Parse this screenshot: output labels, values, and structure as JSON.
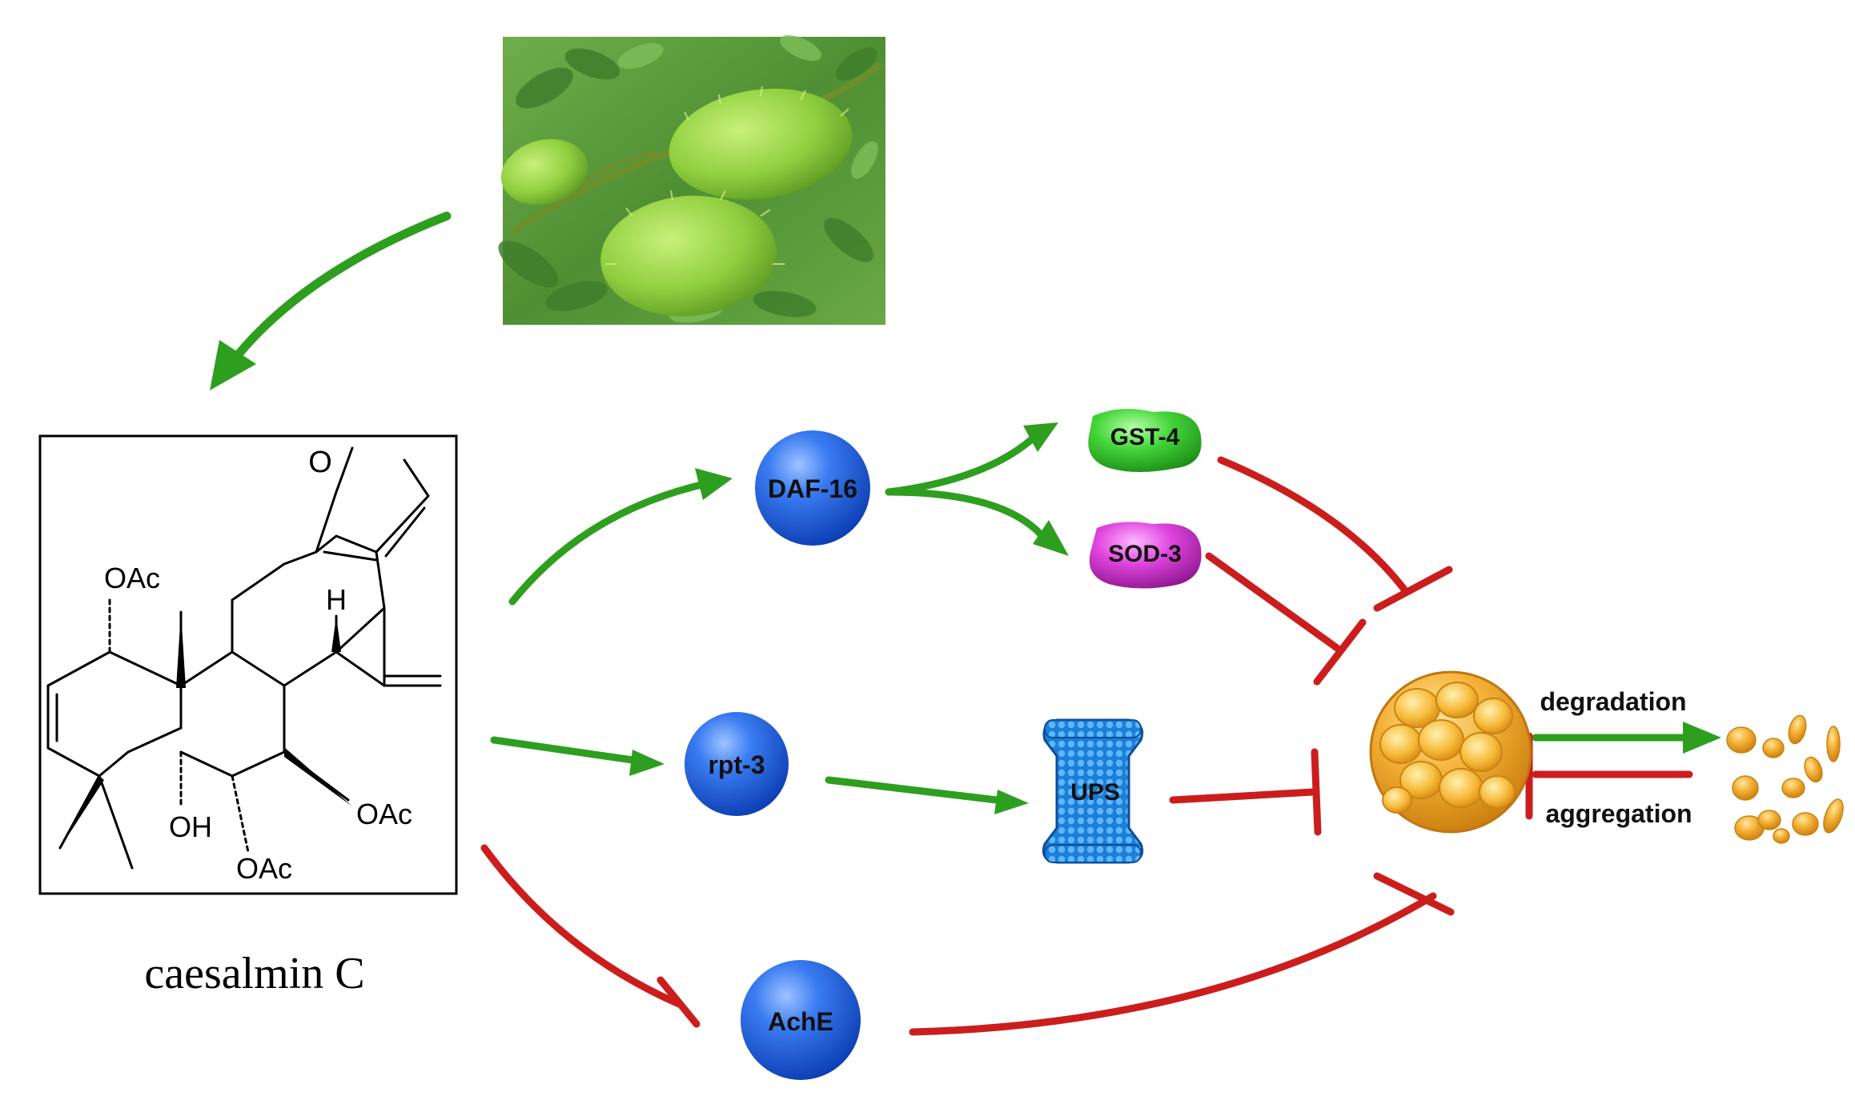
{
  "compound": {
    "name": "caesalmin C",
    "atom_labels": {
      "oxygen": "O",
      "hydrogen": "H",
      "oac_top": "OAc",
      "oh": "OH",
      "oac_bottom": "OAc",
      "oac_right": "OAc"
    }
  },
  "nodes": {
    "daf16": "DAF-16",
    "gst4": "GST-4",
    "sod3": "SOD-3",
    "rpt3": "rpt-3",
    "ups": "UPS",
    "ache": "AchE"
  },
  "process_labels": {
    "degradation": "degradation",
    "aggregation": "aggregation"
  },
  "colors": {
    "activation": "#2e9e1f",
    "inhibition": "#cc1d1d",
    "blue_node": "#1a5fe0",
    "gst4": "#3cd33a",
    "sod3": "#d63bd6",
    "aggregate": "#f0a828",
    "plant_leaf": "#5b9a3c",
    "pod": "#8fcf3f"
  },
  "icons": {
    "plant_photo": "caesalpinia-pod-photo",
    "aggregate": "protein-aggregate-icon",
    "fragments": "degraded-fragments-icon",
    "proteasome": "proteasome-barrel-icon"
  }
}
